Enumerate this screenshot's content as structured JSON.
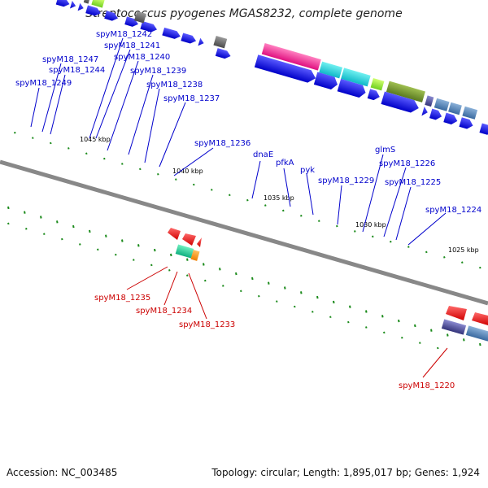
{
  "title": "Streptococcus pyogenes MGAS8232, complete genome",
  "footer": {
    "accession": "Accession: NC_003485",
    "summary": "Topology: circular; Length: 1,895,017 bp; Genes: 1,924"
  },
  "scale_labels": [
    "1045 kbp",
    "1040 kbp",
    "1035 kbp",
    "1030 kbp",
    "1025 kbp"
  ],
  "forward_labels": [
    "spyM18_1242",
    "spyM18_1241",
    "spyM18_1240",
    "spyM18_1247",
    "spyM18_1244",
    "spyM18_1239",
    "spyM18_1249",
    "spyM18_1238",
    "spyM18_1237",
    "spyM18_1236",
    "dnaE",
    "pfkA",
    "pyk",
    "spyM18_1229",
    "glmS",
    "spyM18_1226",
    "spyM18_1225",
    "spyM18_1224"
  ],
  "reverse_labels": [
    "spyM18_1235",
    "spyM18_1234",
    "spyM18_1233",
    "spyM18_1220"
  ],
  "colors": {
    "forward_label": "#0000cc",
    "reverse_label": "#cc0000",
    "forward_gene": "#1515e0",
    "reverse_gene": "#e01010",
    "backbone": "#7a7a7a",
    "tick": "#1a8a1a"
  }
}
